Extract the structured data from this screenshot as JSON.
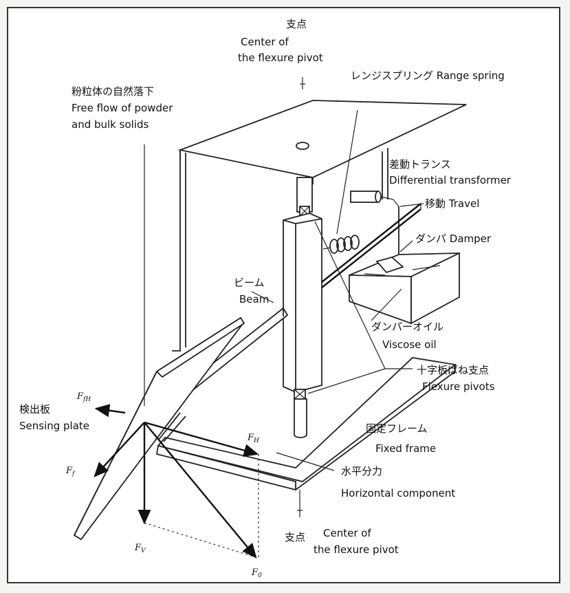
{
  "labels": {
    "pivot_top_jp": "支点",
    "pivot_top_en_1": "Center of",
    "pivot_top_en_2": "the flexure pivot",
    "range_spring": "レンジスプリング Range spring",
    "free_flow_jp": "粉粒体の自然落下",
    "free_flow_en_1": "Free flow of powder",
    "free_flow_en_2": "and bulk solids",
    "diff_transformer_jp": "差動トランス",
    "diff_transformer_en": "Differential transformer",
    "travel": "移動 Travel",
    "damper": "ダンパ Damper",
    "beam_jp": "ビーム",
    "beam_en": "Beam",
    "damper_oil_jp": "ダンパーオイル",
    "damper_oil_en": "Viscose oil",
    "flexure_pivots_jp": "十字板ばね支点",
    "flexure_pivots_en": "Flexure pivots",
    "sensing_plate_jp": "検出板",
    "sensing_plate_en": "Sensing plate",
    "fixed_frame_jp": "固定フレーム",
    "fixed_frame_en": "Fixed frame",
    "horizontal_jp": "水平分力",
    "horizontal_en": "Horizontal component",
    "pivot_bottom_jp": "支点",
    "pivot_bottom_en_1": "Center of",
    "pivot_bottom_en_2": "the flexure pivot"
  },
  "forces": {
    "f_fh": "F",
    "f_fh_sub": "fH",
    "f_f": "F",
    "f_f_sub": "f",
    "f_h": "F",
    "f_h_sub": "H",
    "f_v": "F",
    "f_v_sub": "V",
    "f_0": "F",
    "f_0_sub": "0"
  }
}
